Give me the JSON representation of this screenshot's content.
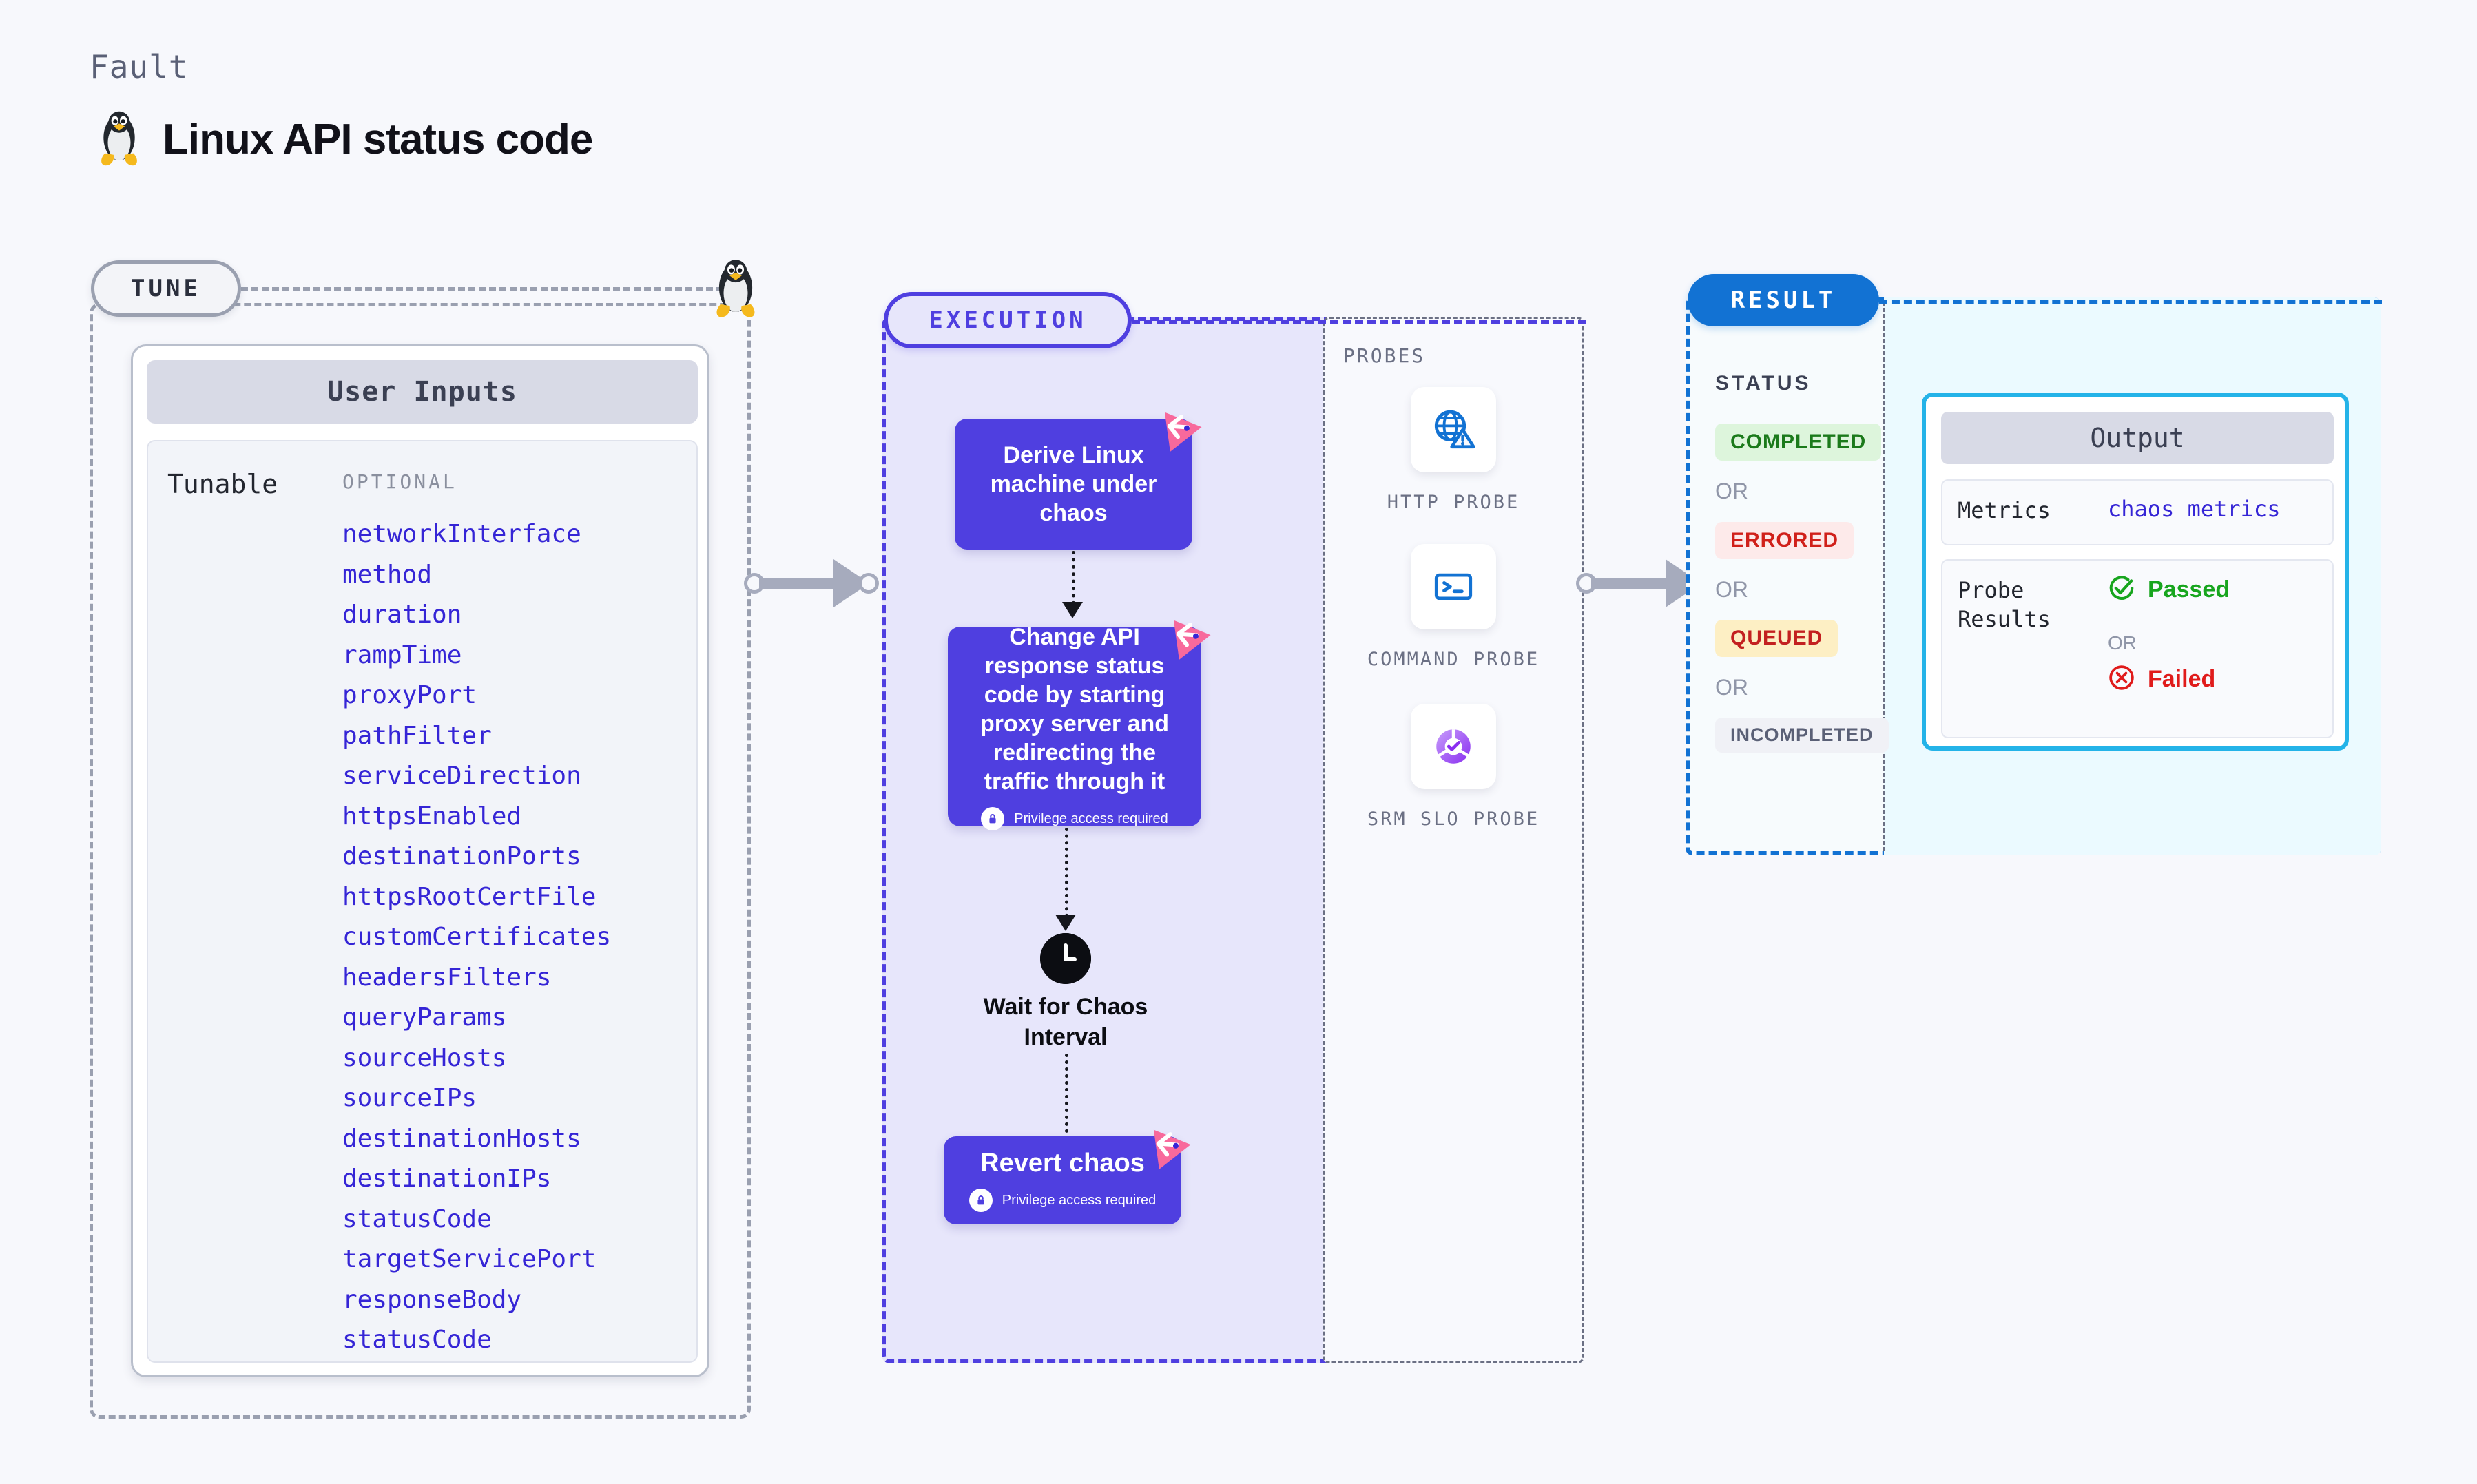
{
  "header": {
    "fault_label": "Fault",
    "title": "Linux API status code",
    "os_icon": "linux-penguin-icon"
  },
  "tune": {
    "pill_label": "TUNE",
    "card_header": "User Inputs",
    "tunable_label": "Tunable",
    "optional_label": "OPTIONAL",
    "params": [
      "networkInterface",
      "method",
      "duration",
      "rampTime",
      "proxyPort",
      "pathFilter",
      "serviceDirection",
      "httpsEnabled",
      "destinationPorts",
      "httpsRootCertFile",
      "customCertificates",
      "headersFilters",
      "queryParams",
      "sourceHosts",
      "sourceIPs",
      "destinationHosts",
      "destinationIPs",
      "statusCode",
      "targetServicePort",
      "responseBody",
      "statusCode"
    ]
  },
  "execution": {
    "pill_label": "EXECUTION",
    "privilege_text": "Privilege access required",
    "lock_icon": "lock-icon",
    "ribbon_icon": "chaos-ribbon-icon",
    "nodes": [
      {
        "text": "Derive Linux machine under chaos",
        "privilege": false
      },
      {
        "text": "Change API response status code by starting proxy server and redirecting the traffic through it",
        "privilege": true
      },
      {
        "text": "Revert chaos",
        "privilege": true
      }
    ],
    "wait": {
      "icon": "clock-icon",
      "label": "Wait for Chaos Interval"
    }
  },
  "probes": {
    "title": "PROBES",
    "items": [
      {
        "label": "HTTP PROBE",
        "icon": "globe-warning-icon"
      },
      {
        "label": "COMMAND PROBE",
        "icon": "terminal-icon"
      },
      {
        "label": "SRM SLO PROBE",
        "icon": "slo-donut-icon"
      }
    ]
  },
  "result": {
    "pill_label": "RESULT",
    "status_title": "STATUS",
    "or_label": "OR",
    "statuses": [
      {
        "label": "COMPLETED",
        "bg": "#ddf5dc",
        "fg": "#1b7a1b"
      },
      {
        "label": "ERRORED",
        "bg": "#fdeaea",
        "fg": "#d0201a"
      },
      {
        "label": "QUEUED",
        "bg": "#fdefc4",
        "fg": "#c32020"
      },
      {
        "label": "INCOMPLETED",
        "bg": "#f0f1f6",
        "fg": "#5a6076"
      }
    ],
    "output": {
      "header": "Output",
      "metrics_key": "Metrics",
      "metrics_value": "chaos metrics",
      "probe_results_key": "Probe Results",
      "passed_label": "Passed",
      "failed_label": "Failed",
      "passed_icon": "check-circle-icon",
      "failed_icon": "x-circle-icon",
      "or_label": "OR"
    }
  },
  "colors": {
    "accent_purple": "#4f3fe0",
    "accent_blue": "#1272d3",
    "accent_cyan": "#24b3e8",
    "ribbon_pink": "#f8699c"
  }
}
